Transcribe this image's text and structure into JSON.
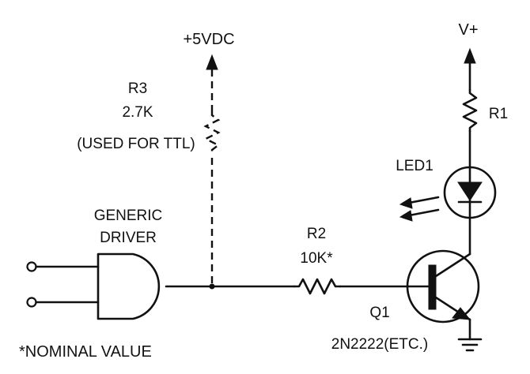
{
  "labels": {
    "supply_5v": "+5VDC",
    "supply_v": "V+",
    "r3_name": "R3",
    "r3_value": "2.7K",
    "r3_note": "(USED FOR TTL)",
    "r1_name": "R1",
    "led_name": "LED1",
    "driver_line1": "GENERIC",
    "driver_line2": "DRIVER",
    "r2_name": "R2",
    "r2_value": "10K*",
    "q1_name": "Q1",
    "q1_part": "2N2222(ETC.)",
    "footnote": "*NOMINAL VALUE"
  },
  "icons": {
    "driver": "and-gate-icon",
    "r1": "resistor-icon",
    "r2": "resistor-icon",
    "r3": "resistor-icon",
    "led": "led-icon",
    "q1": "npn-transistor-icon",
    "ground": "ground-icon"
  },
  "colors": {
    "ink": "#111111",
    "background": "#ffffff"
  }
}
